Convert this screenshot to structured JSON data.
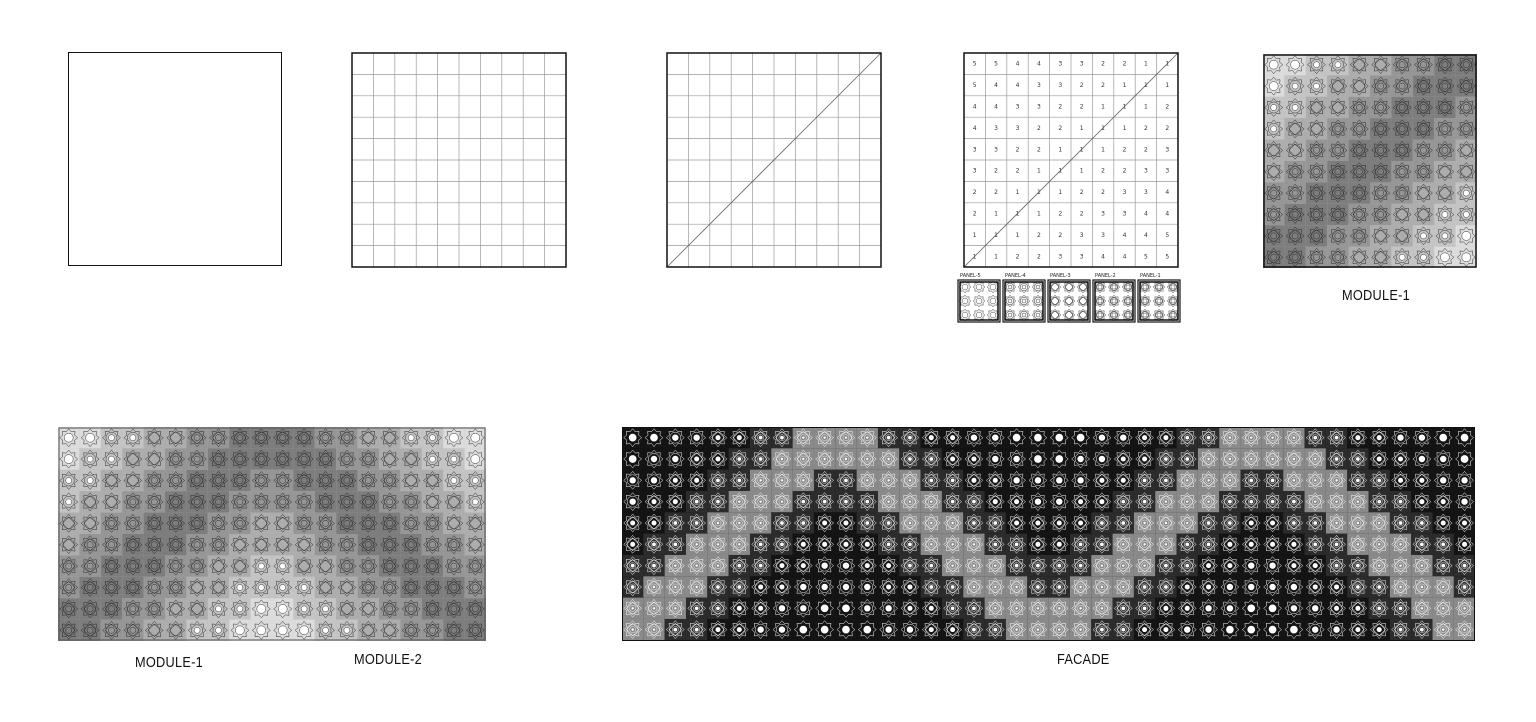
{
  "grid": {
    "rows": [
      [
        5,
        5,
        4,
        4,
        3,
        3,
        2,
        2,
        1,
        1
      ],
      [
        5,
        4,
        4,
        3,
        3,
        2,
        2,
        1,
        1,
        1
      ],
      [
        4,
        4,
        3,
        3,
        2,
        2,
        1,
        1,
        1,
        2
      ],
      [
        4,
        3,
        3,
        2,
        2,
        1,
        1,
        1,
        2,
        2
      ],
      [
        3,
        3,
        2,
        2,
        1,
        1,
        1,
        2,
        2,
        3
      ],
      [
        3,
        2,
        2,
        1,
        1,
        1,
        2,
        2,
        3,
        3
      ],
      [
        2,
        2,
        1,
        1,
        1,
        2,
        2,
        3,
        3,
        4
      ],
      [
        2,
        1,
        1,
        1,
        2,
        2,
        3,
        3,
        4,
        4
      ],
      [
        1,
        1,
        1,
        2,
        2,
        3,
        3,
        4,
        4,
        5
      ],
      [
        1,
        1,
        2,
        2,
        3,
        3,
        4,
        4,
        5,
        5
      ]
    ]
  },
  "panels": [
    {
      "label": "PANEL-5",
      "density": 5
    },
    {
      "label": "PANEL-4",
      "density": 4
    },
    {
      "label": "PANEL-3",
      "density": 3
    },
    {
      "label": "PANEL-2",
      "density": 2
    },
    {
      "label": "PANEL-1",
      "density": 1
    }
  ],
  "labels": {
    "module1_top": "MODULE-1",
    "module1_bottom": "MODULE-1",
    "module2_bottom": "MODULE-2",
    "facade": "FACADE"
  },
  "colors": {
    "line": "#111111",
    "grid": "#9a9a9a",
    "pattern_light": "#8c8c8c",
    "pattern_dark": "#111111"
  }
}
